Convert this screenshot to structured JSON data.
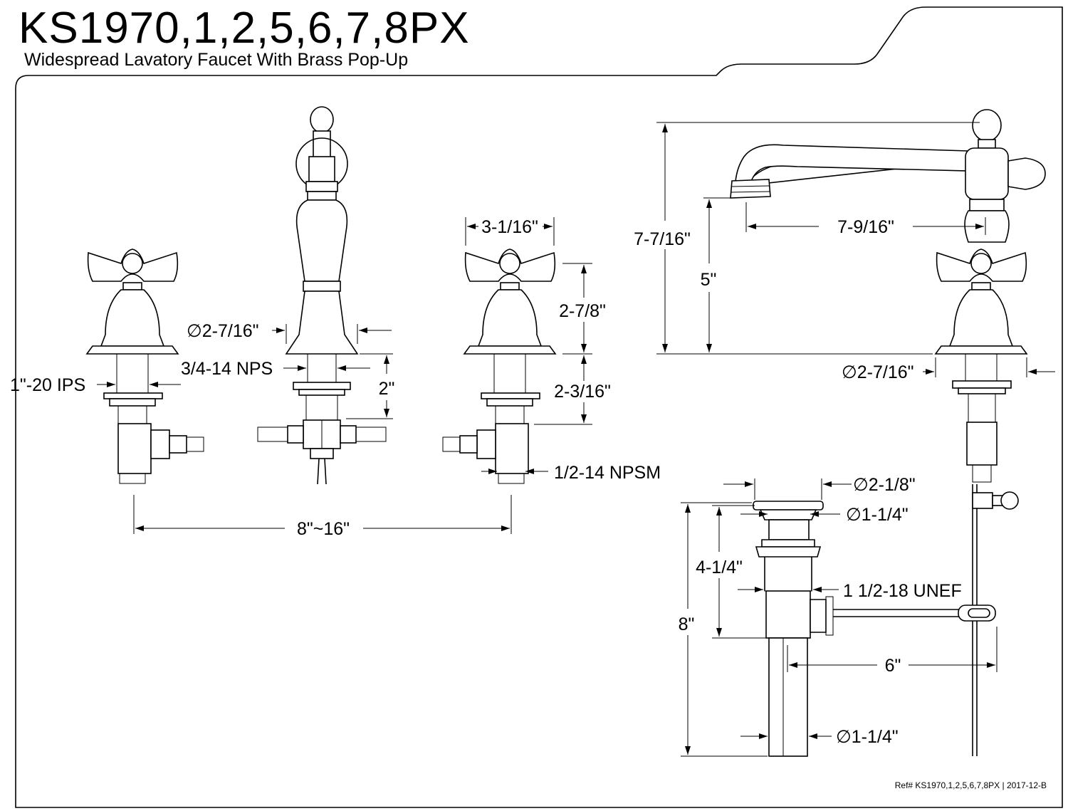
{
  "header": {
    "model": "KS1970,1,2,5,6,7,8PX",
    "description": "Widespread Lavatory Faucet With Brass Pop-Up"
  },
  "front_view": {
    "handle_width": "3-1/16\"",
    "handle_height": "2-7/8\"",
    "shank_length": "2-3/16\"",
    "spout_base_diameter": "∅2-7/16\"",
    "spout_thread": "3/4-14 NPS",
    "spout_shank_length": "2\"",
    "handle_thread": "1\"-20 IPS",
    "outlet_thread": "1/2-14 NPSM",
    "center_spread": "8\"~16\""
  },
  "side_view": {
    "overall_height": "7-7/16\"",
    "spout_clearance": "5\"",
    "spout_reach": "7-9/16\"",
    "base_diameter": "∅2-7/16\""
  },
  "drain": {
    "flange_diameter": "∅2-1/8\"",
    "stopper_diameter": "∅1-1/4\"",
    "body_length": "4-1/4\"",
    "body_thread": "1 1/2-18 UNEF",
    "overall_length": "8\"",
    "rod_length": "6\"",
    "tailpiece_diameter": "∅1-1/4\""
  },
  "footer": {
    "reference": "Ref# KS1970,1,2,5,6,7,8PX | 2017-12-B"
  }
}
